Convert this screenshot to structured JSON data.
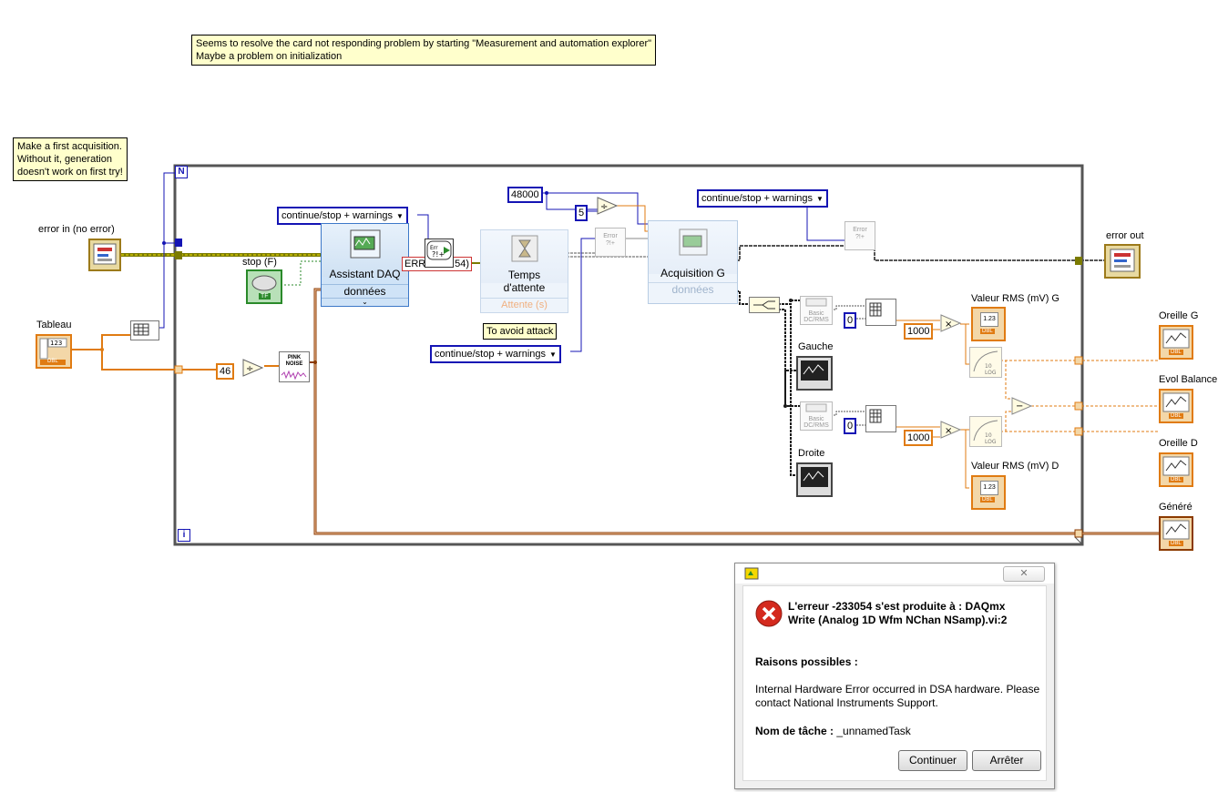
{
  "notes": {
    "top": "Seems to resolve the card not responding problem by starting \"Measurement and automation explorer\"\nMaybe a problem on initialization",
    "first_acq": "Make a first acquisition.\nWithout it, generation\ndoesn't work on first try!",
    "avoid_attack": "To avoid attack"
  },
  "loop": {
    "n_label": "N",
    "i_label": "i"
  },
  "terminals": {
    "error_in": "error in (no error)",
    "error_out": "error out",
    "stop": "stop (F)",
    "tableau": "Tableau",
    "tableau_type": "DBL",
    "gauche": "Gauche",
    "droite": "Droite",
    "rms_g": "Valeur RMS (mV) G",
    "rms_d": "Valeur RMS (mV) D",
    "oreille_g": "Oreille G",
    "evol_balance": "Evol Balance",
    "oreille_d": "Oreille D",
    "genere": "Généré",
    "dbl": "DBL",
    "tf": "TF",
    "num_display": "1.23"
  },
  "rings": {
    "ring1": "continue/stop + warnings",
    "ring2": "continue/stop + warnings",
    "ring3": "continue/stop + warnings"
  },
  "constants": {
    "c48000": "48000",
    "c5": "5",
    "c46": "46",
    "c0a": "0",
    "c0b": "0",
    "c1000a": "1000",
    "c1000b": "1000"
  },
  "express": {
    "daq_title": "Assistant DAQ",
    "daq_row": "données",
    "wait_title": "Temps\nd'attente",
    "wait_row": "Attente (s)",
    "acq_title": "Acquisition G",
    "acq_row": "données"
  },
  "misc": {
    "err_label": "ERR",
    "err_code": "54)",
    "pink_noise": "PINK\nNOISE",
    "basic_rms": "Basic\nDC/RMS",
    "log_label": "LOG",
    "ten": "10",
    "error_icon_text": "Error\n?!+"
  },
  "dialog": {
    "close": "✕",
    "message": "L'erreur -233054 s'est produite à : DAQmx\nWrite (Analog 1D Wfm NChan NSamp).vi:2",
    "reasons_title": "Raisons possibles :",
    "reasons_text": "Internal Hardware Error occurred in DSA hardware. Please\ncontact National Instruments Support.",
    "task_label": "Nom de tâche :",
    "task_value": "_unnamedTask",
    "continue_btn": "Continuer",
    "stop_btn": "Arrêter"
  },
  "colors": {
    "error_wire": "#7b7b00",
    "num_wire": "#e07b12",
    "int_wire": "#1414b4",
    "wave_wire": "#8b3a00",
    "dyn_wire": "#1a1a1a"
  }
}
